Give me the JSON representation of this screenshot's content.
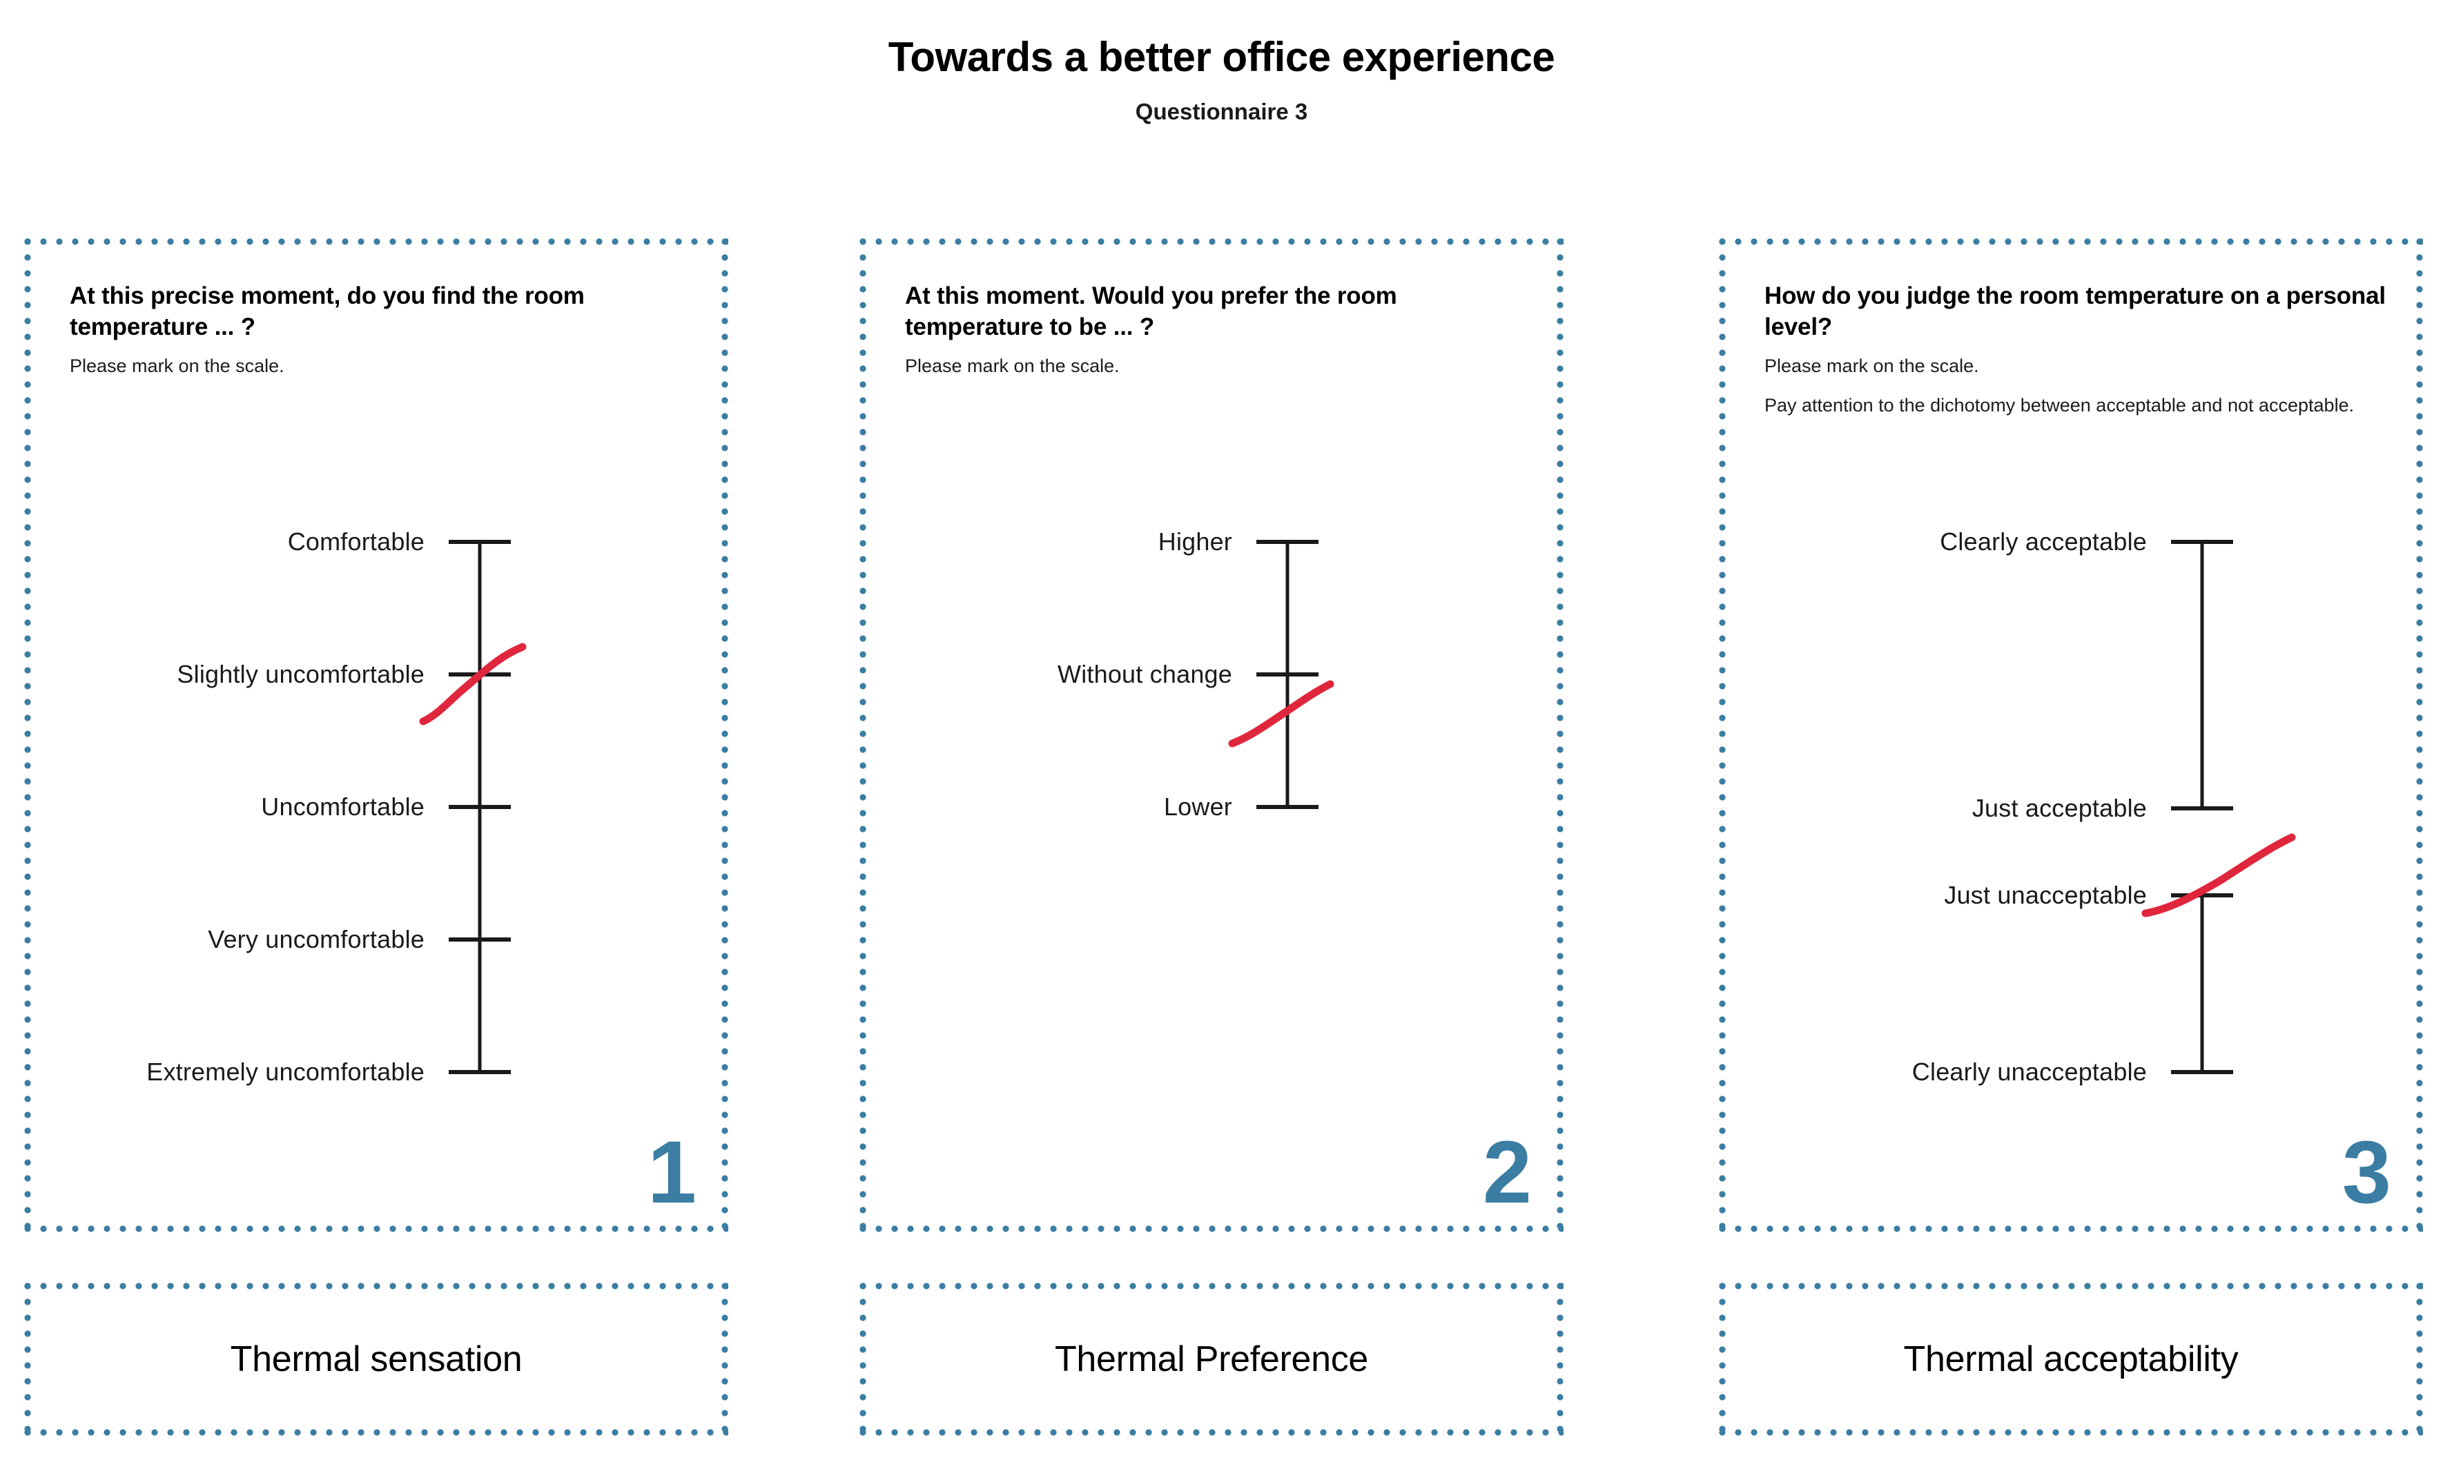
{
  "header": {
    "title": "Towards a better office experience",
    "subtitle": "Questionnaire 3"
  },
  "colors": {
    "accent_blue": "#3b7da3",
    "mark_red": "#e0263c",
    "scale_black": "#1a1a1a",
    "background": "#ffffff"
  },
  "cards": [
    {
      "number": "1",
      "question": "At this precise moment, do you find the room temperature ... ?",
      "hint": "Please mark on the scale.",
      "hint2": "",
      "footer": "Thermal sensation",
      "scale": {
        "type": "continuous",
        "labels": [
          "Comfortable",
          "Slightly uncomfortable",
          "Uncomfortable",
          "Very uncomfortable",
          "Extremely uncomfortable"
        ],
        "mark_at_label": "Slightly uncomfortable"
      }
    },
    {
      "number": "2",
      "question": "At this moment. Would you prefer the room temperature to be ... ?",
      "hint": "Please mark on the scale.",
      "hint2": "",
      "footer": "Thermal Preference",
      "scale": {
        "type": "continuous",
        "labels": [
          "Higher",
          "Without change",
          "Lower"
        ],
        "mark_at_label": "Without change"
      }
    },
    {
      "number": "3",
      "question": "How do you judge the room temperature on a personal level?",
      "hint": "Please mark on the scale.",
      "hint2": "Pay attention to the dichotomy between acceptable and not acceptable.",
      "footer": "Thermal acceptability",
      "scale": {
        "type": "dichotomous",
        "labels": [
          "Clearly acceptable",
          "Just acceptable",
          "Just unacceptable",
          "Clearly unacceptable"
        ],
        "mark_at_label": "Just unacceptable"
      }
    }
  ]
}
